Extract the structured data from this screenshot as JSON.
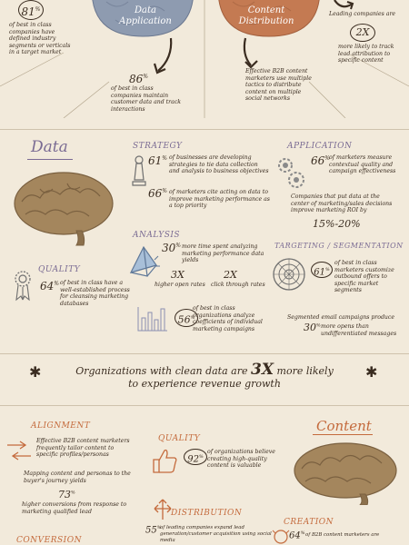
{
  "top": {
    "left_stat": {
      "value": "81",
      "unit": "%",
      "text": "of best in class companies have defined industry segments or verticals in a target market"
    },
    "data_application_label": "Data Application",
    "data_application_stat": {
      "value": "86",
      "unit": "%",
      "text": "of best in class companies maintain customer data and track interactions"
    },
    "content_distribution_label": "Content Distribution",
    "content_distribution_text": "Effective B2B content marketers use multiple tactics to distribute content on multiple social networks",
    "right_lead": "Leading companies are",
    "right_stat": {
      "value": "2X",
      "text": "more likely to track lead attribution to specific content"
    }
  },
  "data_section": {
    "title": "Data",
    "strategy": {
      "heading": "STRATEGY",
      "stat1": {
        "value": "61",
        "unit": "%",
        "text": "of businesses are developing strategies to tie data collection and analysis to business objectives"
      },
      "stat2": {
        "value": "66",
        "unit": "%",
        "text": "of marketers cite acting on data to improve marketing performance as a top priority"
      }
    },
    "application": {
      "heading": "APPLICATION",
      "stat1": {
        "value": "66",
        "unit": "%",
        "text": "of marketers measure contextual quality and campaign effectiveness"
      },
      "text2": "Companies that put data at the center of marketing/sales decisions improve marketing ROI by",
      "range": "15%-20%"
    },
    "quality": {
      "heading": "QUALITY",
      "stat": {
        "value": "64",
        "unit": "%",
        "text": "of best in class have a well-established process for cleansing marketing databases"
      }
    },
    "analysis": {
      "heading": "ANALYSIS",
      "stat1": {
        "value": "30",
        "unit": "%",
        "text": "more time spent analyzing marketing performance data yields"
      },
      "m1": {
        "value": "3X",
        "text": "higher open rates"
      },
      "m2": {
        "value": "2X",
        "text": "click through rates"
      },
      "stat2": {
        "value": "56",
        "unit": "%",
        "text": "of best in class organizations analyze coefficients of individual marketing campaigns"
      }
    },
    "targeting": {
      "heading": "TARGETING / SEGMENTATION",
      "stat1": {
        "value": "61",
        "unit": "%",
        "text": "of best in class marketers customize outbound offers to specific market segments"
      },
      "text2a": "Segmented email campaigns produce",
      "stat2": {
        "value": "30",
        "unit": "%",
        "text": "more opens than undifferentiated messages"
      }
    }
  },
  "banner": {
    "line1a": "Organizations with clean data are",
    "emph": "3X",
    "line1b": "more likely",
    "line2": "to experience revenue growth"
  },
  "content_section": {
    "title": "Content",
    "alignment": {
      "heading": "ALIGNMENT",
      "text1": "Effective B2B content marketers frequently tailor content to specific profiles/personas",
      "text2": "Mapping content and personas to the buyer's journey yields",
      "stat": {
        "value": "73",
        "unit": "%"
      },
      "text3": "higher conversions from response to marketing qualified lead"
    },
    "quality": {
      "heading": "QUALITY",
      "stat": {
        "value": "92",
        "unit": "%",
        "text": "of organizations believe creating high-quality content is valuable"
      }
    },
    "distribution": {
      "heading": "DISTRIBUTION",
      "stat": {
        "value": "55",
        "unit": "%",
        "text": "of leading companies expand lead generation/customer acquisition using social media"
      }
    },
    "creation": {
      "heading": "CREATION",
      "stat": {
        "value": "64",
        "unit": "%",
        "text": "of B2B content marketers are"
      }
    },
    "conversion": {
      "heading": "CONVERSION"
    }
  },
  "colors": {
    "accent_purple": "#7a6b93",
    "accent_orange": "#c46a3c",
    "brain_tan": "#a4865d",
    "blue_brain": "#8e9bb0",
    "orange_brain": "#c47a52"
  }
}
